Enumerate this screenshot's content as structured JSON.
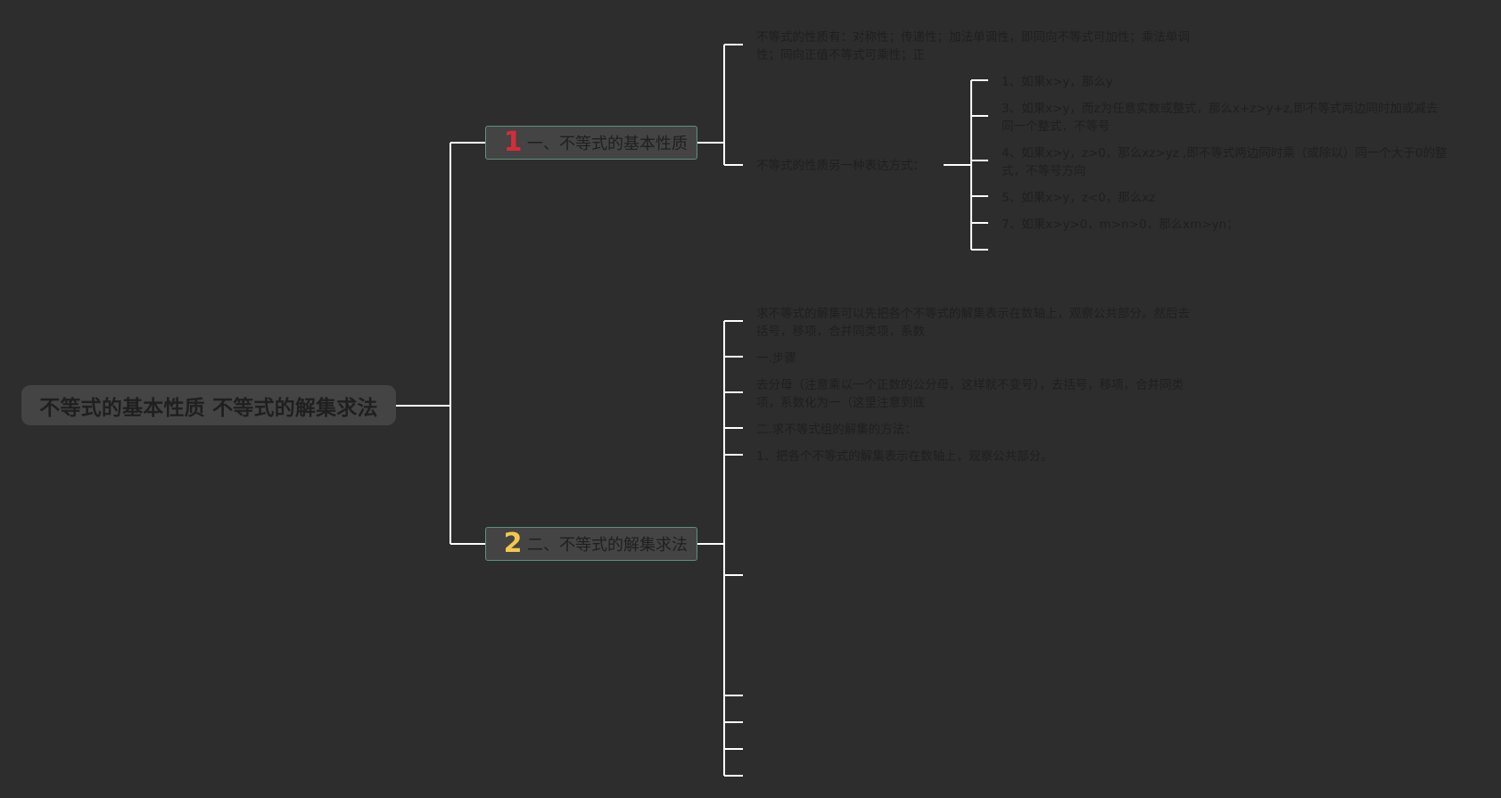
{
  "root": {
    "title": "不等式的基本性质 不等式的解集求法"
  },
  "branches": [
    {
      "number": "1",
      "label": "一、不等式的基本性质",
      "children": [
        {
          "text": "不等式的性质有：对称性；传递性；加法单调性，即同向不等式可加性；乘法单调性；同向正值不等式可乘性；正"
        },
        {
          "text": "不等式的性质另一种表达方式：",
          "children": [
            {
              "text": "1、如果x>y，那么y"
            },
            {
              "text": "3、如果x>y，而z为任意实数或整式，那么x+z>y+z,即不等式两边同时加或减去同一个整式，不等号"
            },
            {
              "text": "4、如果x>y，z>0，那么xz>yz ,即不等式两边同时乘（或除以）同一个大于0的整式，不等号方向"
            },
            {
              "text": "5、如果x>y，z<0，那么xz"
            },
            {
              "text": "7、如果x>y>0，m>n>0，那么xm>yn；"
            }
          ]
        }
      ]
    },
    {
      "number": "2",
      "label": "二、不等式的解集求法",
      "children": [
        {
          "text": "求不等式的解集可以先把各个不等式的解集表示在数轴上，观察公共部分。然后去括号，移项，合并同类项，系数"
        },
        {
          "text": "一.步骤"
        },
        {
          "text": "去分母（注意乘以一个正数的公分母，这样就不变号），去括号，移项，合并同类项，系数化为一（这里注意到底"
        },
        {
          "text": "二.求不等式组的解集的方法："
        },
        {
          "text": "1、把各个不等式的解集表示在数轴上，观察公共部分。"
        }
      ]
    }
  ]
}
